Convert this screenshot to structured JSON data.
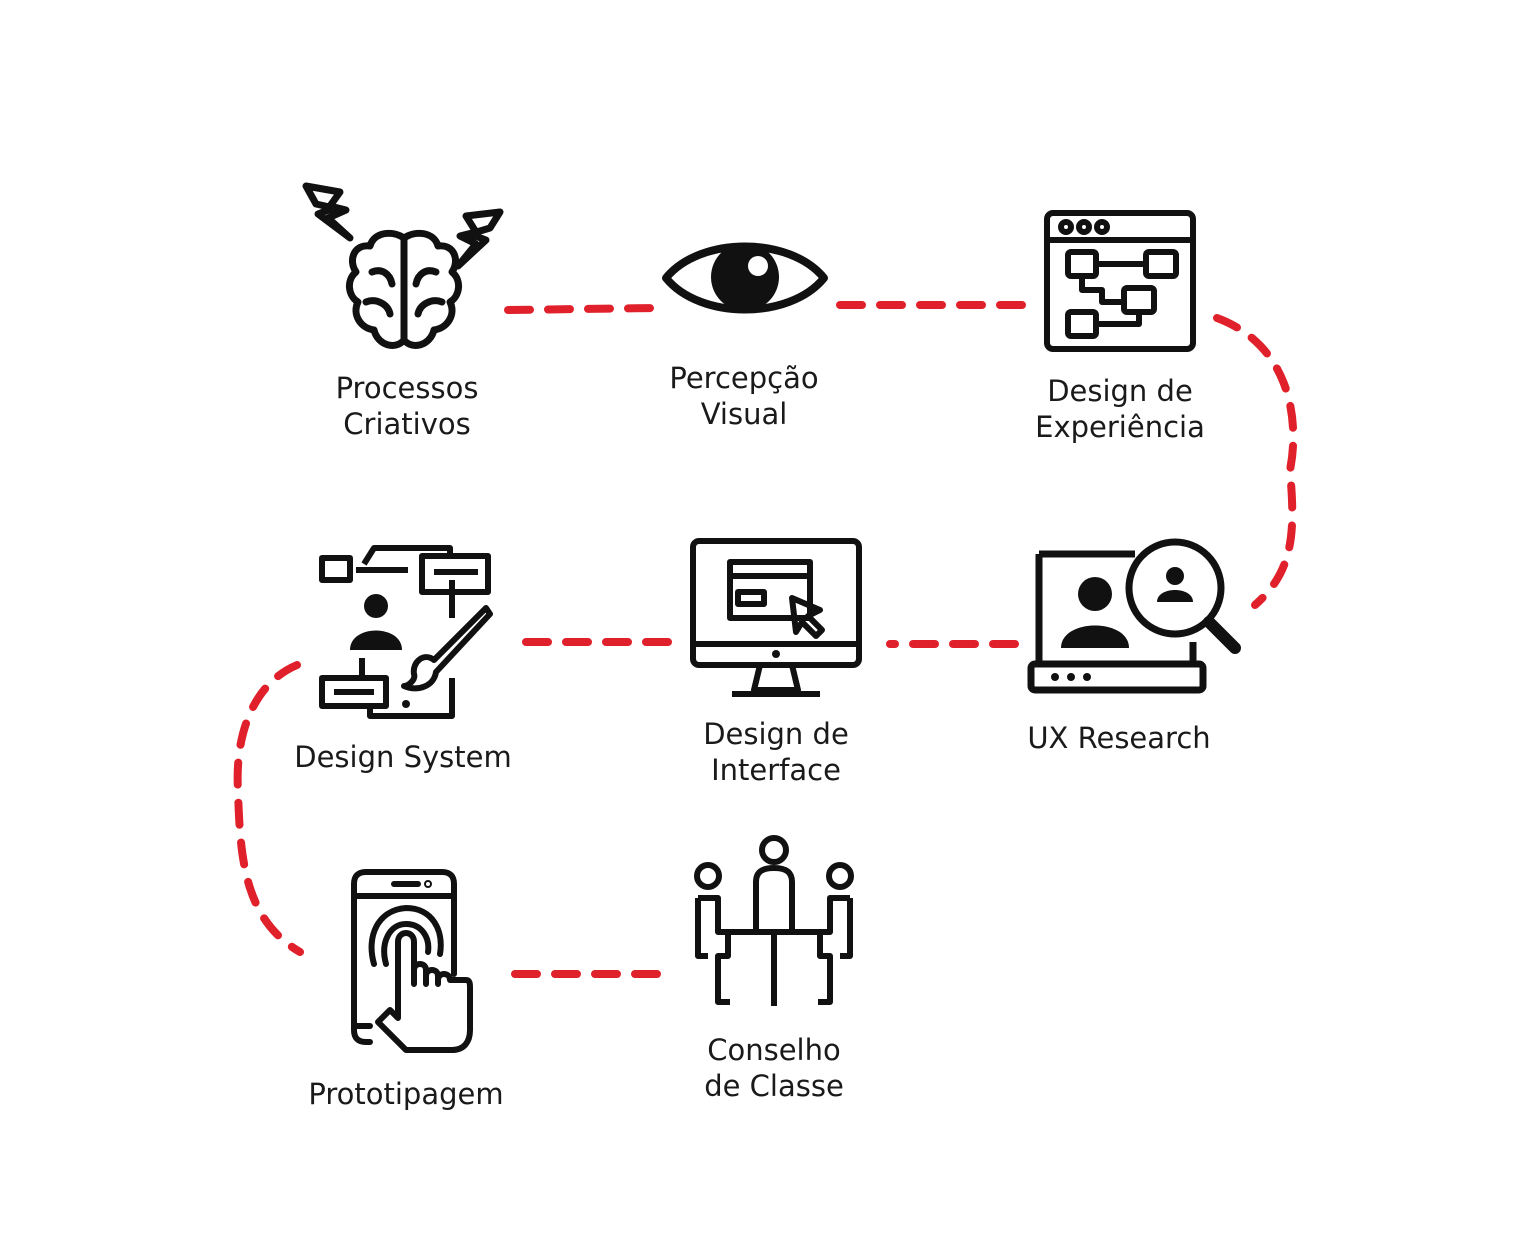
{
  "diagram": {
    "title": "",
    "connector_color": "#e0202a",
    "icon_color": "#111111",
    "nodes": [
      {
        "id": "processos",
        "icon": "brain-lightning-icon",
        "line1": "Processos",
        "line2": "Criativos"
      },
      {
        "id": "percepcao",
        "icon": "eye-icon",
        "line1": "Percepção",
        "line2": "Visual"
      },
      {
        "id": "experiencia",
        "icon": "flowchart-browser-icon",
        "line1": "Design de",
        "line2": "Experiência"
      },
      {
        "id": "uxresearch",
        "icon": "laptop-user-search-icon",
        "line1": "UX Research",
        "line2": ""
      },
      {
        "id": "interface",
        "icon": "monitor-cursor-icon",
        "line1": "Design de",
        "line2": "Interface"
      },
      {
        "id": "designsystem",
        "icon": "design-system-icon",
        "line1": "Design System",
        "line2": ""
      },
      {
        "id": "prototipagem",
        "icon": "phone-touch-icon",
        "line1": "Prototipagem",
        "line2": ""
      },
      {
        "id": "conselho",
        "icon": "meeting-table-icon",
        "line1": "Conselho",
        "line2": "de Classe"
      }
    ]
  }
}
